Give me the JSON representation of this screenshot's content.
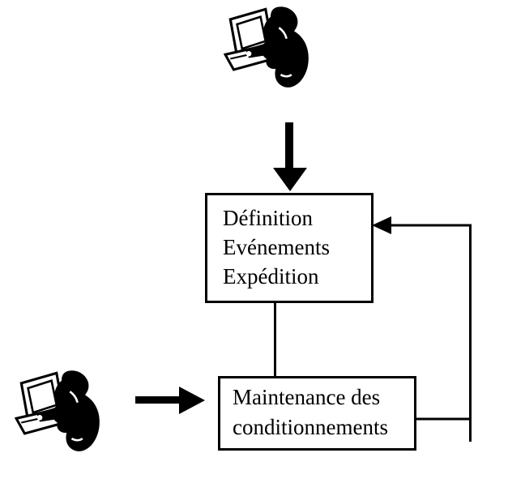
{
  "diagram": {
    "boxes": [
      {
        "name": "definition",
        "lines": [
          "Définition",
          "Evénements",
          "Expédition"
        ]
      },
      {
        "name": "maintenance",
        "lines": [
          "Maintenance des",
          "conditionnements"
        ]
      }
    ],
    "icons": [
      {
        "name": "user-at-computer-icon",
        "position": "top"
      },
      {
        "name": "user-at-computer-icon",
        "position": "bottom-left"
      }
    ],
    "connectors": [
      {
        "name": "user-to-definition-arrow",
        "type": "thick-arrow",
        "direction": "down"
      },
      {
        "name": "user-to-maintenance-arrow",
        "type": "thick-arrow",
        "direction": "right"
      },
      {
        "name": "definition-to-maintenance-line",
        "type": "line",
        "direction": "down"
      },
      {
        "name": "maintenance-to-definition-feedback-arrow",
        "type": "elbow-arrow",
        "direction": "left"
      }
    ],
    "colors": {
      "line": "#000000",
      "text": "#000000",
      "background": "#ffffff",
      "box_fill": "#ffffff"
    }
  }
}
